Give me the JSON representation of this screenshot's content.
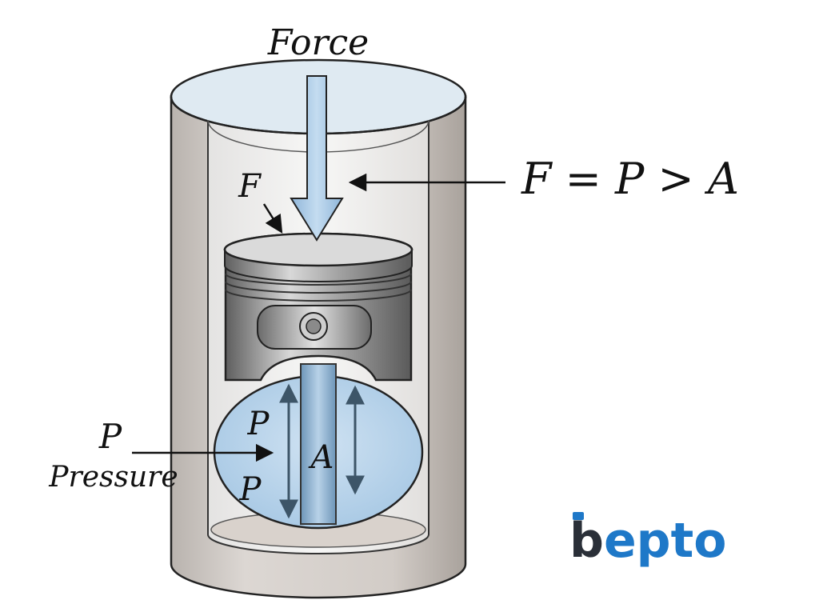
{
  "labels": {
    "force": "Force",
    "f": "F",
    "formula": "F = P > A",
    "p_outer": "P",
    "pressure": "Pressure",
    "p_upper": "P",
    "p_lower": "P",
    "area": "A"
  },
  "brand": {
    "text": "bepto",
    "colors": {
      "blue": "#1e78c8",
      "dark": "#2a2f38"
    }
  },
  "colors": {
    "cylinder_wall": "#c9c4c0",
    "cylinder_inner": "#f2f1f0",
    "cylinder_top": "#dde8f0",
    "fluid": "#b6d3ec",
    "force_arrow": "#a8c8e6",
    "piston_metal": "#9a9a9a",
    "rod": "#8fb4d4"
  },
  "icons": {
    "force_arrow": "down-arrow-icon",
    "pointer_arrows": "arrow-icon",
    "double_arrows": "double-headed-arrow-icon"
  }
}
